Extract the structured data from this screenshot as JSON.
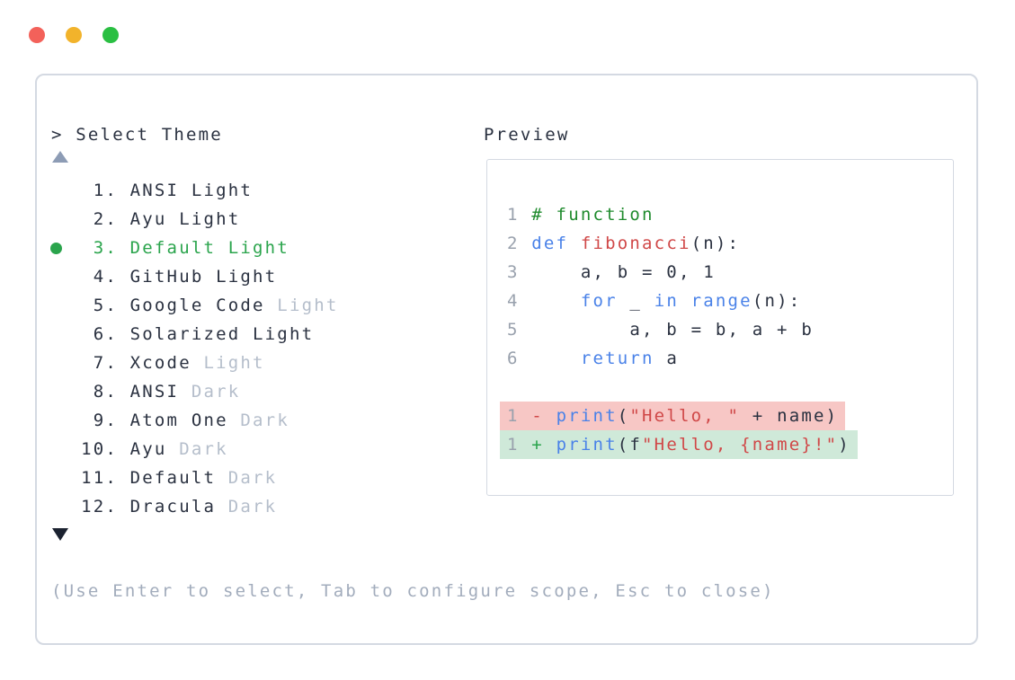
{
  "window": {
    "traffic_lights": [
      {
        "name": "close-button",
        "color": "#f3615a"
      },
      {
        "name": "minimize-button",
        "color": "#f2b32b"
      },
      {
        "name": "zoom-button",
        "color": "#2abf42"
      }
    ]
  },
  "theme_picker": {
    "prompt": "> Select Theme",
    "scroll_up_icon": "triangle-up",
    "scroll_down_icon": "triangle-down",
    "selected_index": 3,
    "items": [
      {
        "num": "1.",
        "name": "ANSI Light",
        "tag": "",
        "selected": false
      },
      {
        "num": "2.",
        "name": "Ayu Light",
        "tag": "",
        "selected": false
      },
      {
        "num": "3.",
        "name": "Default Light",
        "tag": "",
        "selected": true
      },
      {
        "num": "4.",
        "name": "GitHub Light",
        "tag": "",
        "selected": false
      },
      {
        "num": "5.",
        "name": "Google Code",
        "tag": "Light",
        "selected": false
      },
      {
        "num": "6.",
        "name": "Solarized Light",
        "tag": "",
        "selected": false
      },
      {
        "num": "7.",
        "name": "Xcode",
        "tag": "Light",
        "selected": false
      },
      {
        "num": "8.",
        "name": "ANSI",
        "tag": "Dark",
        "selected": false
      },
      {
        "num": "9.",
        "name": "Atom One",
        "tag": "Dark",
        "selected": false
      },
      {
        "num": "10.",
        "name": "Ayu",
        "tag": "Dark",
        "selected": false
      },
      {
        "num": "11.",
        "name": "Default",
        "tag": "Dark",
        "selected": false
      },
      {
        "num": "12.",
        "name": "Dracula",
        "tag": "Dark",
        "selected": false
      }
    ],
    "hint": "(Use Enter to select, Tab to configure scope, Esc to close)"
  },
  "preview": {
    "title": "Preview",
    "lines": [
      {
        "num": "1",
        "diff": null,
        "tokens": [
          [
            "comment",
            "# function"
          ]
        ]
      },
      {
        "num": "2",
        "diff": null,
        "tokens": [
          [
            "kw",
            "def"
          ],
          [
            "plain",
            " "
          ],
          [
            "fn",
            "fibonacci"
          ],
          [
            "plain",
            "(n):"
          ]
        ]
      },
      {
        "num": "3",
        "diff": null,
        "tokens": [
          [
            "plain",
            "    a, b = 0, 1"
          ]
        ]
      },
      {
        "num": "4",
        "diff": null,
        "tokens": [
          [
            "plain",
            "    "
          ],
          [
            "kw",
            "for"
          ],
          [
            "plain",
            " _ "
          ],
          [
            "kw",
            "in"
          ],
          [
            "plain",
            " "
          ],
          [
            "kw",
            "range"
          ],
          [
            "plain",
            "(n):"
          ]
        ]
      },
      {
        "num": "5",
        "diff": null,
        "tokens": [
          [
            "plain",
            "        a, b = b, a + b"
          ]
        ]
      },
      {
        "num": "6",
        "diff": null,
        "tokens": [
          [
            "plain",
            "    "
          ],
          [
            "kw",
            "return"
          ],
          [
            "plain",
            " a"
          ]
        ]
      },
      {
        "num": null,
        "diff": null,
        "tokens": []
      },
      {
        "num": "1",
        "diff": "removed",
        "tokens": [
          [
            "minus",
            "-"
          ],
          [
            "plain",
            " "
          ],
          [
            "kw",
            "print"
          ],
          [
            "plain",
            "("
          ],
          [
            "str",
            "\"Hello, \""
          ],
          [
            "plain",
            " + name)"
          ]
        ]
      },
      {
        "num": "1",
        "diff": "added",
        "tokens": [
          [
            "plus",
            "+"
          ],
          [
            "plain",
            " "
          ],
          [
            "kw",
            "print"
          ],
          [
            "plain",
            "(f"
          ],
          [
            "str",
            "\"Hello, {name}!\""
          ],
          [
            "plain",
            ")"
          ]
        ]
      }
    ]
  },
  "colors": {
    "accent_green": "#2aa44c",
    "comment_green": "#1f8b2d",
    "keyword_blue": "#4a82e8",
    "string_red": "#d04848",
    "muted_tag_gray": "#b5becb",
    "hint_gray": "#a2acbc",
    "line_number_gray": "#99a1ad",
    "diff_removed_bg": "#f7c7c5",
    "diff_added_bg": "#cfe9d9",
    "border_gray": "#d4d9e2",
    "scroll_up_gray": "#8d9cb5",
    "scroll_down_dark": "#1b2230"
  }
}
